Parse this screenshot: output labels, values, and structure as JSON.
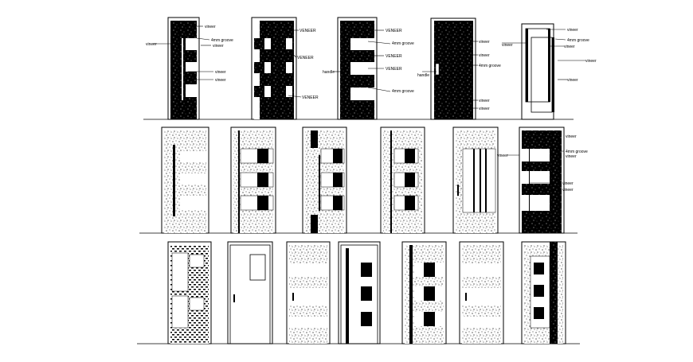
{
  "colors": {
    "ink": "#000000",
    "paper": "#ffffff"
  },
  "rows": [
    {
      "doors": [
        {
          "labels": [
            "vineer",
            "4mm groove",
            "vineer",
            "vineer",
            "vineer",
            "vineer"
          ]
        },
        {
          "labels": [
            "VENEER",
            "VENEER",
            "VENEER"
          ]
        },
        {
          "labels": [
            "VENEER",
            "4mm groove",
            "VENEER",
            "VENEER",
            "4mm groove",
            "handle"
          ]
        },
        {
          "labels": [
            "vineer",
            "vineer",
            "4mm groove",
            "handle",
            "vineer",
            "vineer"
          ]
        },
        {
          "labels": [
            "vineer",
            "4mm groove",
            "vineer",
            "vineer",
            "vineer",
            "vineer"
          ]
        }
      ]
    },
    {
      "doors": [
        {
          "labels": []
        },
        {
          "labels": []
        },
        {
          "labels": []
        },
        {
          "labels": []
        },
        {
          "labels": [
            "vineer"
          ]
        },
        {
          "labels": [
            "vineer",
            "4mm groove",
            "vineer",
            "vineer",
            "vineer"
          ]
        }
      ]
    },
    {
      "doors": [
        {
          "labels": []
        },
        {
          "labels": []
        },
        {
          "labels": []
        },
        {
          "labels": []
        },
        {
          "labels": []
        },
        {
          "labels": []
        },
        {
          "labels": []
        }
      ]
    }
  ]
}
